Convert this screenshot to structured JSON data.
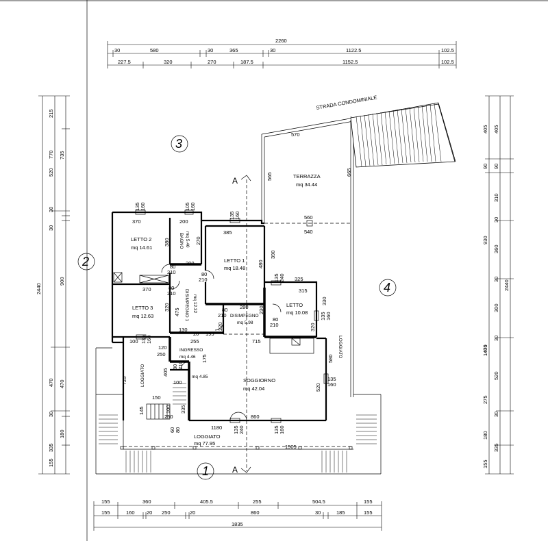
{
  "sheet": {
    "top_dims": {
      "overall": "2260",
      "row1": [
        "30",
        "580",
        "30",
        "365",
        "30",
        "1122.5",
        "102.5"
      ],
      "row2": [
        "227.5",
        "320",
        "270",
        "187.5",
        "1152.5",
        "102.5"
      ]
    },
    "bottom_dims": {
      "row1": [
        "155",
        "360",
        "405.5",
        "255",
        "504.5",
        "155"
      ],
      "row2": [
        "155",
        "160",
        "20",
        "250",
        "20",
        "860",
        "30",
        "185",
        "155"
      ],
      "overall": "1835"
    },
    "left_dims": {
      "overall": "2440",
      "col_mid": [
        "770",
        "900",
        "470",
        "335"
      ],
      "col_inner": [
        "215",
        "735",
        "520",
        "30",
        "30",
        "470",
        "30",
        "180",
        "155"
      ]
    },
    "right_dims": {
      "overall": "2440",
      "col_mid": [
        "930",
        "1470"
      ],
      "col_inner": [
        "405",
        "405",
        "90",
        "90",
        "310",
        "30",
        "360",
        "30",
        "300",
        "30",
        "405",
        "520",
        "275",
        "30",
        "180",
        "335",
        "155"
      ]
    },
    "section_marks": [
      "1",
      "2",
      "3",
      "4"
    ],
    "section_cut": "A",
    "street": "STRADA CONDOMINIALE"
  },
  "rooms": {
    "terrazza": {
      "name": "TERRAZZA",
      "area": "mq  34.44"
    },
    "letto2": {
      "name": "LETTO 2",
      "area": "mq  14.61"
    },
    "bagno": {
      "name": "BAGNO",
      "area": "mq 5.40"
    },
    "letto1": {
      "name": "LETTO 1",
      "area": "mq  18.48"
    },
    "letto3": {
      "name": "LETTO 3",
      "area": "mq  12.63"
    },
    "disimpegno1": {
      "name": "DISIMPEGNO 1",
      "area": "mq 12.32"
    },
    "disimpegno": {
      "name": "DISIMPEGNO",
      "area": "mq  5.98"
    },
    "letto": {
      "name": "LETTO",
      "area": "mq 10.08"
    },
    "ingresso": {
      "name": "INGRESSO",
      "area": "mq  4.46"
    },
    "vano": {
      "area": "mq  4.85"
    },
    "soggiorno": {
      "name": "SOGGIORNO",
      "area": "mq  42.04"
    },
    "loggiato_bottom": {
      "name": "LOGGIATO",
      "area": "mq  77.95"
    },
    "loggiato_left": {
      "name": "LOGGIATO"
    },
    "loggiato_right": {
      "name": "LOGGIATO"
    }
  },
  "inner_dims": [
    "570",
    "565",
    "665",
    "560",
    "540",
    "135",
    "160",
    "105",
    "160",
    "370",
    "200",
    "135",
    "160",
    "385",
    "380",
    "270",
    "200",
    "480",
    "390",
    "80",
    "210",
    "80",
    "210",
    "370",
    "320",
    "475",
    "80",
    "210",
    "135",
    "240",
    "325",
    "315",
    "330",
    "280",
    "230",
    "80",
    "210",
    "135",
    "160",
    "320",
    "220",
    "80",
    "210",
    "130",
    "20",
    "195",
    "715",
    "100",
    "135",
    "160",
    "255",
    "120",
    "250",
    "175",
    "80",
    "210",
    "725",
    "405",
    "100",
    "150",
    "145",
    "100",
    "250",
    "335",
    "580",
    "135",
    "160",
    "520",
    "60",
    "80",
    "1180",
    "135",
    "240",
    "860",
    "135",
    "160",
    "1505"
  ]
}
